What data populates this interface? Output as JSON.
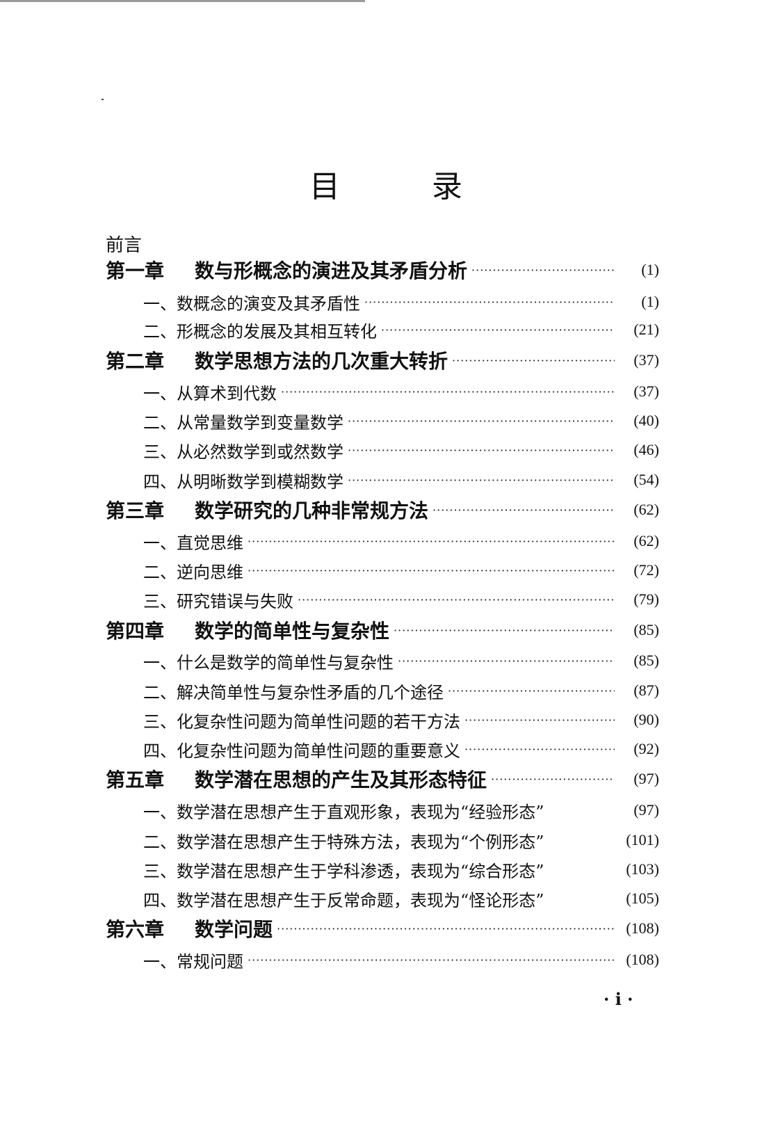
{
  "title": [
    "目",
    "录"
  ],
  "entries": [
    {
      "type": "preface",
      "label": "前言",
      "page": ""
    },
    {
      "type": "chapter",
      "num": "第一章",
      "label": "数与形概念的演进及其矛盾分析",
      "page": "(1)"
    },
    {
      "type": "section",
      "label": "一、数概念的演变及其矛盾性",
      "page": "(1)"
    },
    {
      "type": "section",
      "label": "二、形概念的发展及其相互转化",
      "page": "(21)"
    },
    {
      "type": "chapter",
      "num": "第二章",
      "label": "数学思想方法的几次重大转折",
      "page": "(37)"
    },
    {
      "type": "section",
      "label": "一、从算术到代数",
      "page": "(37)"
    },
    {
      "type": "section",
      "label": "二、从常量数学到变量数学",
      "page": "(40)"
    },
    {
      "type": "section",
      "label": "三、从必然数学到或然数学",
      "page": "(46)"
    },
    {
      "type": "section",
      "label": "四、从明晰数学到模糊数学",
      "page": "(54)"
    },
    {
      "type": "chapter",
      "num": "第三章",
      "label": "数学研究的几种非常规方法",
      "page": "(62)"
    },
    {
      "type": "section",
      "label": "一、直觉思维",
      "page": "(62)"
    },
    {
      "type": "section",
      "label": "二、逆向思维",
      "page": "(72)"
    },
    {
      "type": "section",
      "label": "三、研究错误与失败",
      "page": "(79)"
    },
    {
      "type": "chapter",
      "num": "第四章",
      "label": "数学的简单性与复杂性",
      "page": "(85)"
    },
    {
      "type": "section",
      "label": "一、什么是数学的简单性与复杂性",
      "page": "(85)"
    },
    {
      "type": "section",
      "label": "二、解决简单性与复杂性矛盾的几个途径",
      "page": "(87)"
    },
    {
      "type": "section",
      "label": "三、化复杂性问题为简单性问题的若干方法",
      "page": "(90)"
    },
    {
      "type": "section",
      "label": "四、化复杂性问题为简单性问题的重要意义",
      "page": "(92)"
    },
    {
      "type": "chapter",
      "num": "第五章",
      "label": "数学潜在思想的产生及其形态特征",
      "page": "(97)"
    },
    {
      "type": "section",
      "label": "一、数学潜在思想产生于直观形象，表现为“经验形态”",
      "page": "(97)",
      "nodots": true
    },
    {
      "type": "section",
      "label": "二、数学潜在思想产生于特殊方法，表现为“个例形态”",
      "page": "(101)",
      "nodots": true
    },
    {
      "type": "section",
      "label": "三、数学潜在思想产生于学科渗透，表现为“综合形态”",
      "page": "(103)",
      "nodots": true
    },
    {
      "type": "section",
      "label": "四、数学潜在思想产生于反常命题，表现为“怪论形态”",
      "page": "(105)",
      "nodots": true
    },
    {
      "type": "chapter",
      "num": "第六章",
      "label": "数学问题",
      "page": "(108)"
    },
    {
      "type": "section",
      "label": "一、常规问题",
      "page": "(108)"
    }
  ],
  "footer": "· i ·"
}
